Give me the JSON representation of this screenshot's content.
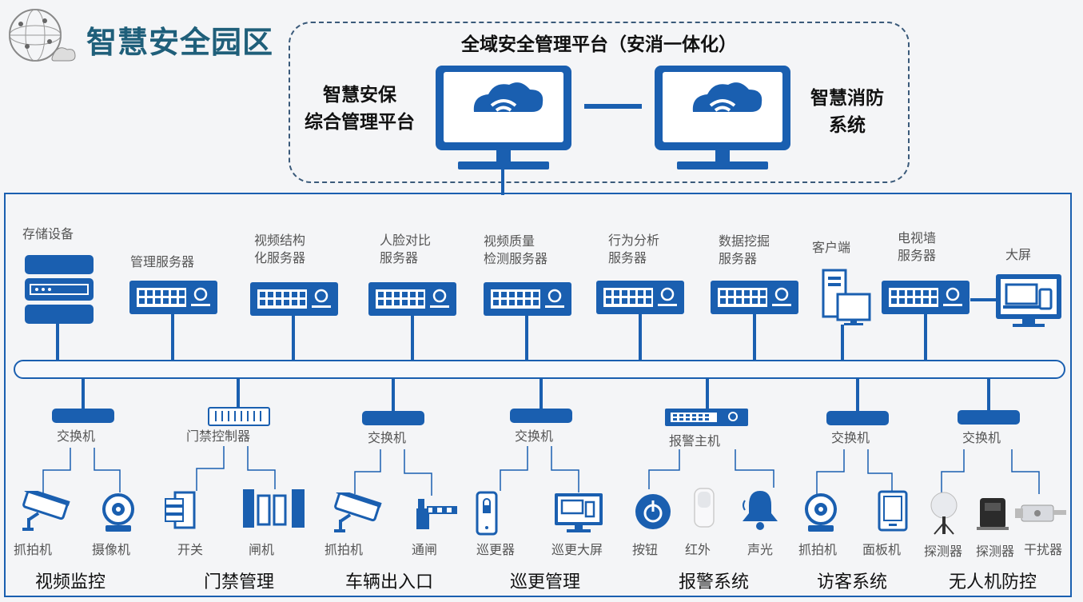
{
  "title": "智慧安全园区",
  "platform": {
    "title": "全域安全管理平台（安消一体化）",
    "left_label_line1": "智慧安保",
    "left_label_line2": "综合管理平台",
    "right_label_line1": "智慧消防",
    "right_label_line2": "系统"
  },
  "servers": {
    "storage": "存储设备",
    "mgmt": "管理服务器",
    "video_struct_1": "视频结构",
    "video_struct_2": "化服务器",
    "face_1": "人脸对比",
    "face_2": "服务器",
    "quality_1": "视频质量",
    "quality_2": "检测服务器",
    "behavior_1": "行为分析",
    "behavior_2": "服务器",
    "mining_1": "数据挖掘",
    "mining_2": "服务器",
    "client": "客户端",
    "tvwall_1": "电视墙",
    "tvwall_2": "服务器",
    "bigscreen": "大屏"
  },
  "hubs": {
    "switch_1": "交换机",
    "door_ctrl": "门禁控制器",
    "switch_2": "交换机",
    "switch_3": "交换机",
    "alarm_host": "报警主机",
    "switch_4": "交换机",
    "switch_5": "交换机"
  },
  "devices": {
    "snap_1": "抓拍机",
    "camera": "摄像机",
    "switch_btn": "开关",
    "gate_door": "闸机",
    "snap_2": "抓拍机",
    "barrier": "通闸",
    "patrol": "巡更器",
    "patrol_screen": "巡更大屏",
    "button": "按钮",
    "infrared": "红外",
    "sound_light": "声光",
    "snap_3": "抓拍机",
    "panel": "面板机",
    "detector_1": "探测器",
    "detector_2": "探测器",
    "jammer": "干扰器"
  },
  "categories": {
    "video": "视频监控",
    "access": "门禁管理",
    "vehicle": "车辆出入口",
    "patrol": "巡更管理",
    "alarm": "报警系统",
    "visitor": "访客系统",
    "drone": "无人机防控"
  },
  "colors": {
    "primary": "#1a5fb0",
    "title": "#1f5f7a"
  }
}
